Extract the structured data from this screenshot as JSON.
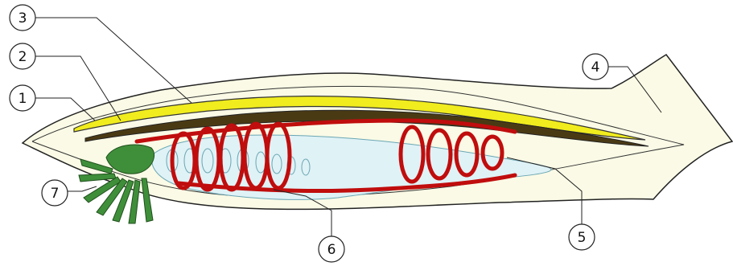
{
  "diagram": {
    "colors": {
      "body_fill": "#fafae6",
      "outline": "#222222",
      "nerve_cord": "#f0ec1e",
      "notochord": "#4a3a14",
      "blood_vessels": "#c00d0d",
      "gut": "#dff2f6",
      "oral_cirri": "#3f8f3a"
    },
    "callouts": [
      {
        "id": "1",
        "label": "1"
      },
      {
        "id": "2",
        "label": "2"
      },
      {
        "id": "3",
        "label": "3"
      },
      {
        "id": "4",
        "label": "4"
      },
      {
        "id": "5",
        "label": "5"
      },
      {
        "id": "6",
        "label": "6"
      },
      {
        "id": "7",
        "label": "7"
      }
    ]
  }
}
